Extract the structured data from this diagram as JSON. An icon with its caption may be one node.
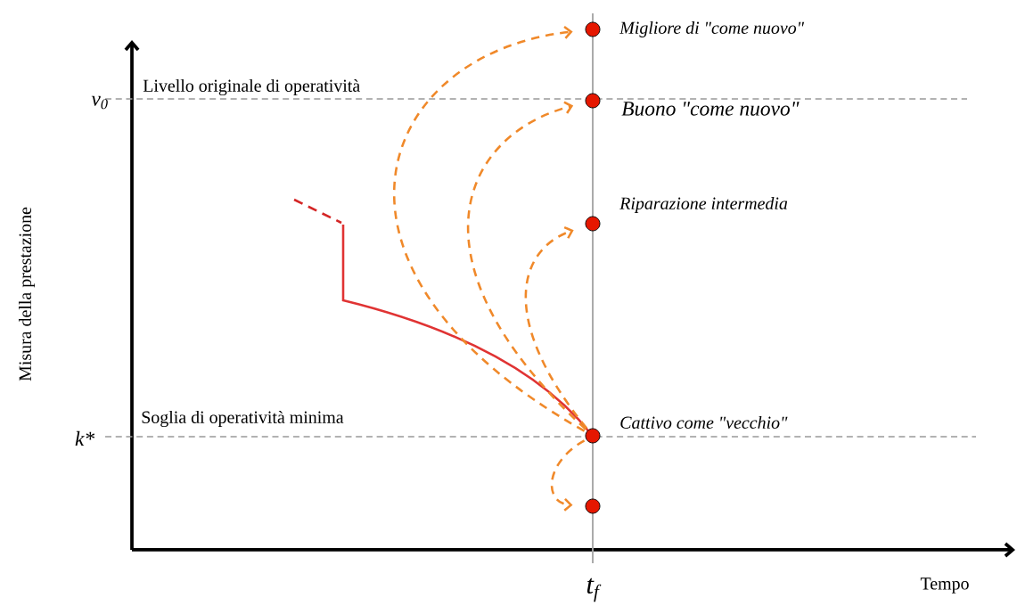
{
  "diagram": {
    "nodes": [
      {
        "text": [],
        "shape": "circle",
        "beside": [
          "Migliore di \"come nuovo\""
        ]
      },
      {
        "text": [],
        "shape": "circle",
        "beside": [
          "Buono \"come nuovo\""
        ]
      },
      {
        "text": [],
        "shape": "circle",
        "beside": [
          "Riparazione intermedia"
        ]
      },
      {
        "text": [],
        "shape": "circle",
        "beside": [
          "Cattivo come \"vecchio\""
        ]
      },
      {
        "text": [],
        "shape": "circle"
      }
    ],
    "edges": [
      {
        "from": 3,
        "to": 0,
        "arrow": "to",
        "style": "dashed"
      },
      {
        "from": 3,
        "to": 1,
        "arrow": "to",
        "style": "dashed"
      },
      {
        "from": 3,
        "to": 2,
        "arrow": "to",
        "style": "dashed"
      },
      {
        "from": 3,
        "to": 4,
        "arrow": "to",
        "style": "dashed"
      }
    ],
    "labels": [
      "v$_{0}$",
      "Livello originale di operatività",
      "Misura della prestazione",
      "k*",
      "Soglia di operatività minima",
      "t$_{f}$",
      "Tempo"
    ]
  }
}
